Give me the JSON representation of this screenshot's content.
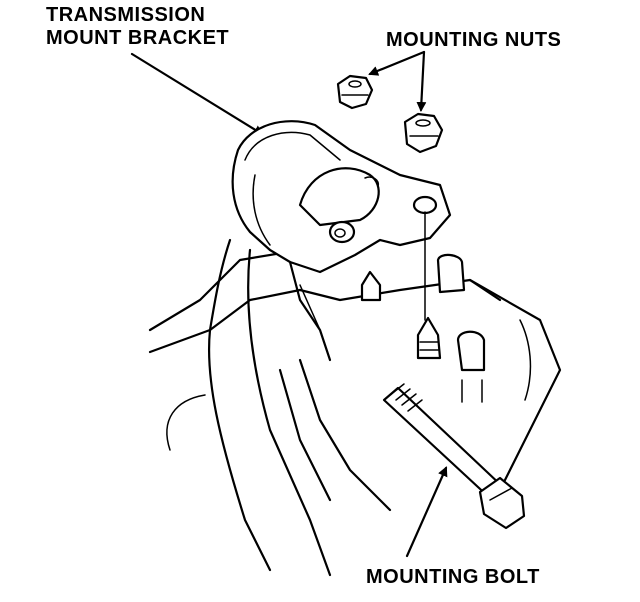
{
  "labels": {
    "transmission_mount_bracket_line1": "TRANSMISSION",
    "transmission_mount_bracket_line2": "MOUNT BRACKET",
    "mounting_nuts": "MOUNTING NUTS",
    "mounting_bolt": "MOUNTING BOLT"
  },
  "colors": {
    "ink": "#000000",
    "background": "#ffffff"
  }
}
